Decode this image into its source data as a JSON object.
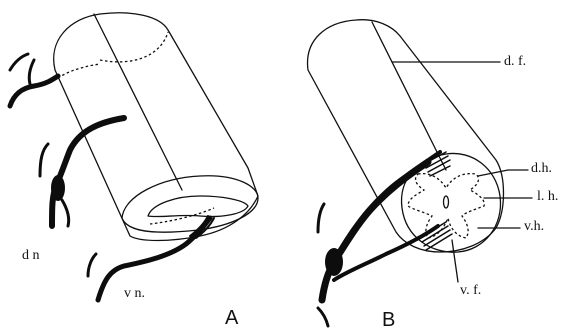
{
  "panels": [
    {
      "id": "A",
      "label": "A",
      "labels": {
        "dorsal_nerve": "d n",
        "ventral_nerve": "v n."
      }
    },
    {
      "id": "B",
      "label": "B",
      "labels": {
        "dorsal_funiculus": "d. f.",
        "dorsal_horn": "d.h.",
        "lateral_horn": "l. h.",
        "ventral_horn": "v.h.",
        "ventral_funiculus": "v. f."
      }
    }
  ]
}
